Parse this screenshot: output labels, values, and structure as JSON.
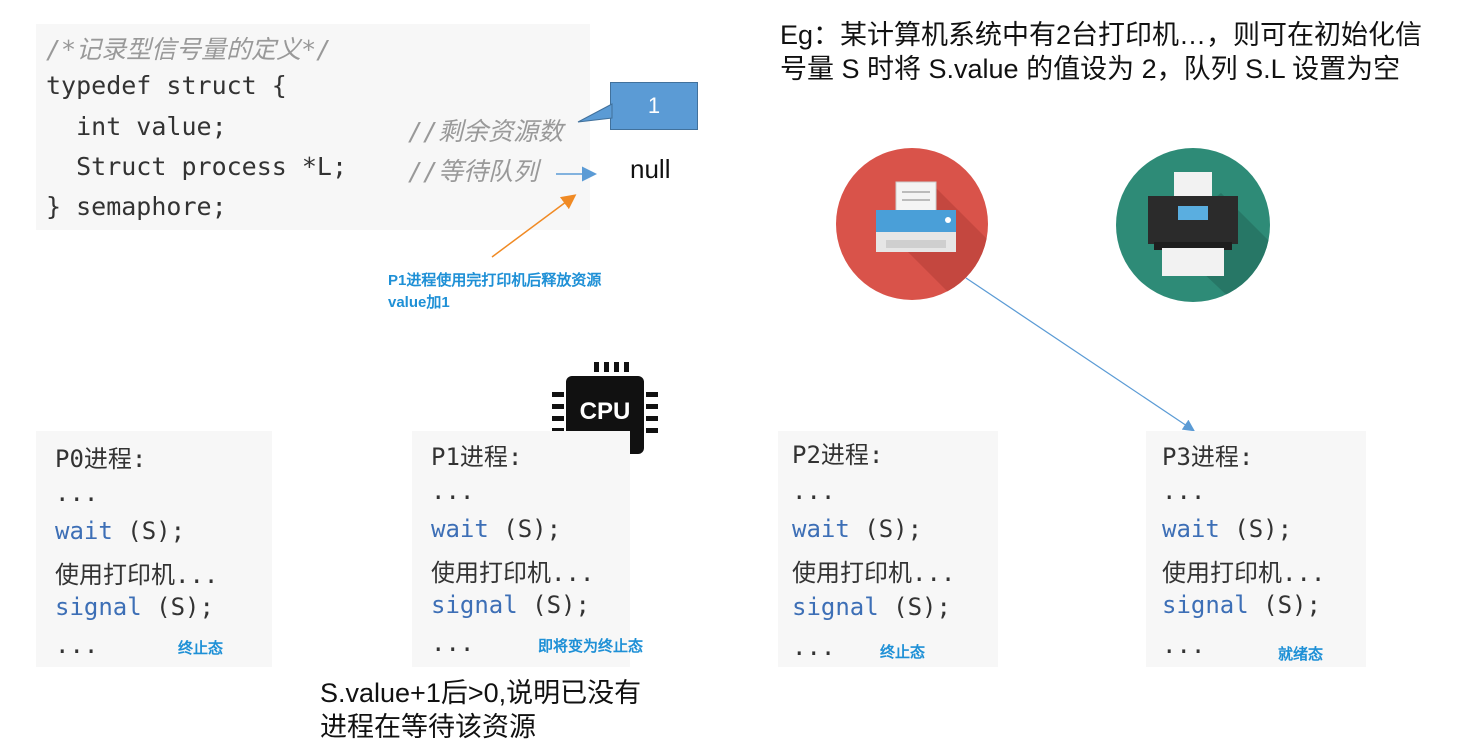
{
  "struct_code": {
    "comment_title": "/*记录型信号量的定义*/",
    "line_typedef": "typedef struct {",
    "line_int": "  int value;",
    "comment_int": "//剩余资源数",
    "line_struct": "  Struct process *L;",
    "comment_struct": "//等待队列",
    "line_end": "} semaphore;"
  },
  "callout_value": "1",
  "null_label": "null",
  "p1_release_note": [
    "P1进程使用完打印机后释放资源",
    "value加1"
  ],
  "example_text": "Eg：某计算机系统中有2台打印机…，则可在初始化信号量 S 时将 S.value 的值设为 2，队列 S.L 设置为空",
  "cpu_label": "CPU",
  "processes": [
    {
      "title": "P0进程:",
      "dots1": "...",
      "wait_kw": "wait",
      "wait_arg": " (S);",
      "use": "使用打印机...",
      "signal_kw": "signal",
      "signal_arg": " (S);",
      "dots2": "...",
      "state": "终止态"
    },
    {
      "title": "P1进程:",
      "dots1": "...",
      "wait_kw": "wait",
      "wait_arg": " (S);",
      "use": "使用打印机...",
      "signal_kw": "signal",
      "signal_arg": " (S);",
      "dots2": "...",
      "state": "即将变为终止态"
    },
    {
      "title": "P2进程:",
      "dots1": "...",
      "wait_kw": "wait",
      "wait_arg": " (S);",
      "use": "使用打印机...",
      "signal_kw": "signal",
      "signal_arg": " (S);",
      "dots2": "...",
      "state": "终止态"
    },
    {
      "title": "P3进程:",
      "dots1": "...",
      "wait_kw": "wait",
      "wait_arg": " (S);",
      "use": "使用打印机...",
      "signal_kw": "signal",
      "signal_arg": " (S);",
      "dots2": "...",
      "state": "就绪态"
    }
  ],
  "bottom_note": "S.value+1后>0,说明已没有进程在等待该资源",
  "colors": {
    "printer1_bg": "#d9534a",
    "printer2_bg": "#2e8b77",
    "callout_bg": "#5b9bd5",
    "state_text": "#1e90d6",
    "keyword_blue": "#3d6fb6",
    "orange_arrow": "#f08a24"
  },
  "icons": [
    "printer-icon",
    "printer-icon",
    "cpu-chip-icon"
  ]
}
